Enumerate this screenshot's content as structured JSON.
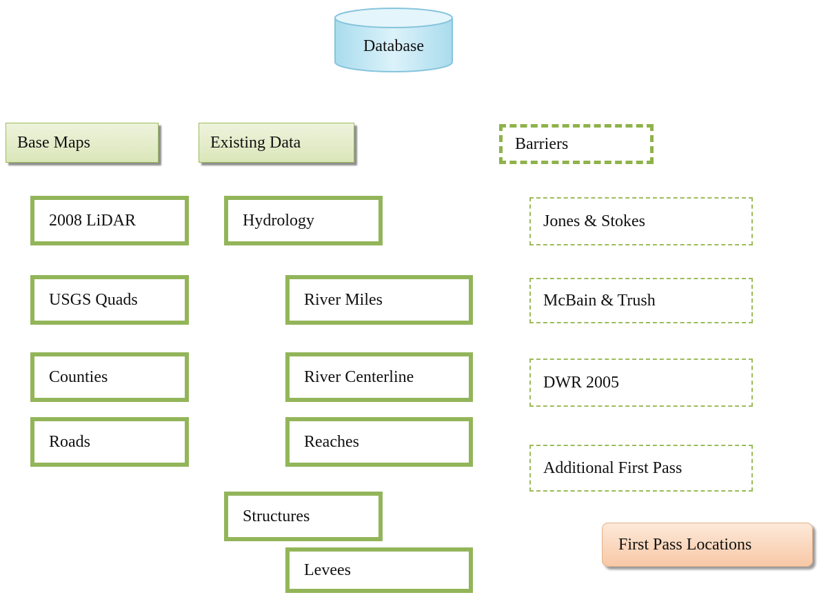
{
  "database": "Database",
  "categories": {
    "base_maps": "Base Maps",
    "existing_data": "Existing Data",
    "barriers": "Barriers"
  },
  "base_maps": [
    "2008 LiDAR",
    "USGS Quads",
    "Counties",
    "Roads"
  ],
  "existing_data": {
    "hydrology": "Hydrology",
    "hydrology_children": [
      "River Miles",
      "River Centerline",
      "Reaches"
    ],
    "structures": "Structures",
    "structures_children": [
      "Levees"
    ]
  },
  "barriers": [
    "Jones & Stokes",
    "McBain & Trush",
    "DWR 2005",
    "Additional First Pass"
  ],
  "output": "First Pass Locations"
}
